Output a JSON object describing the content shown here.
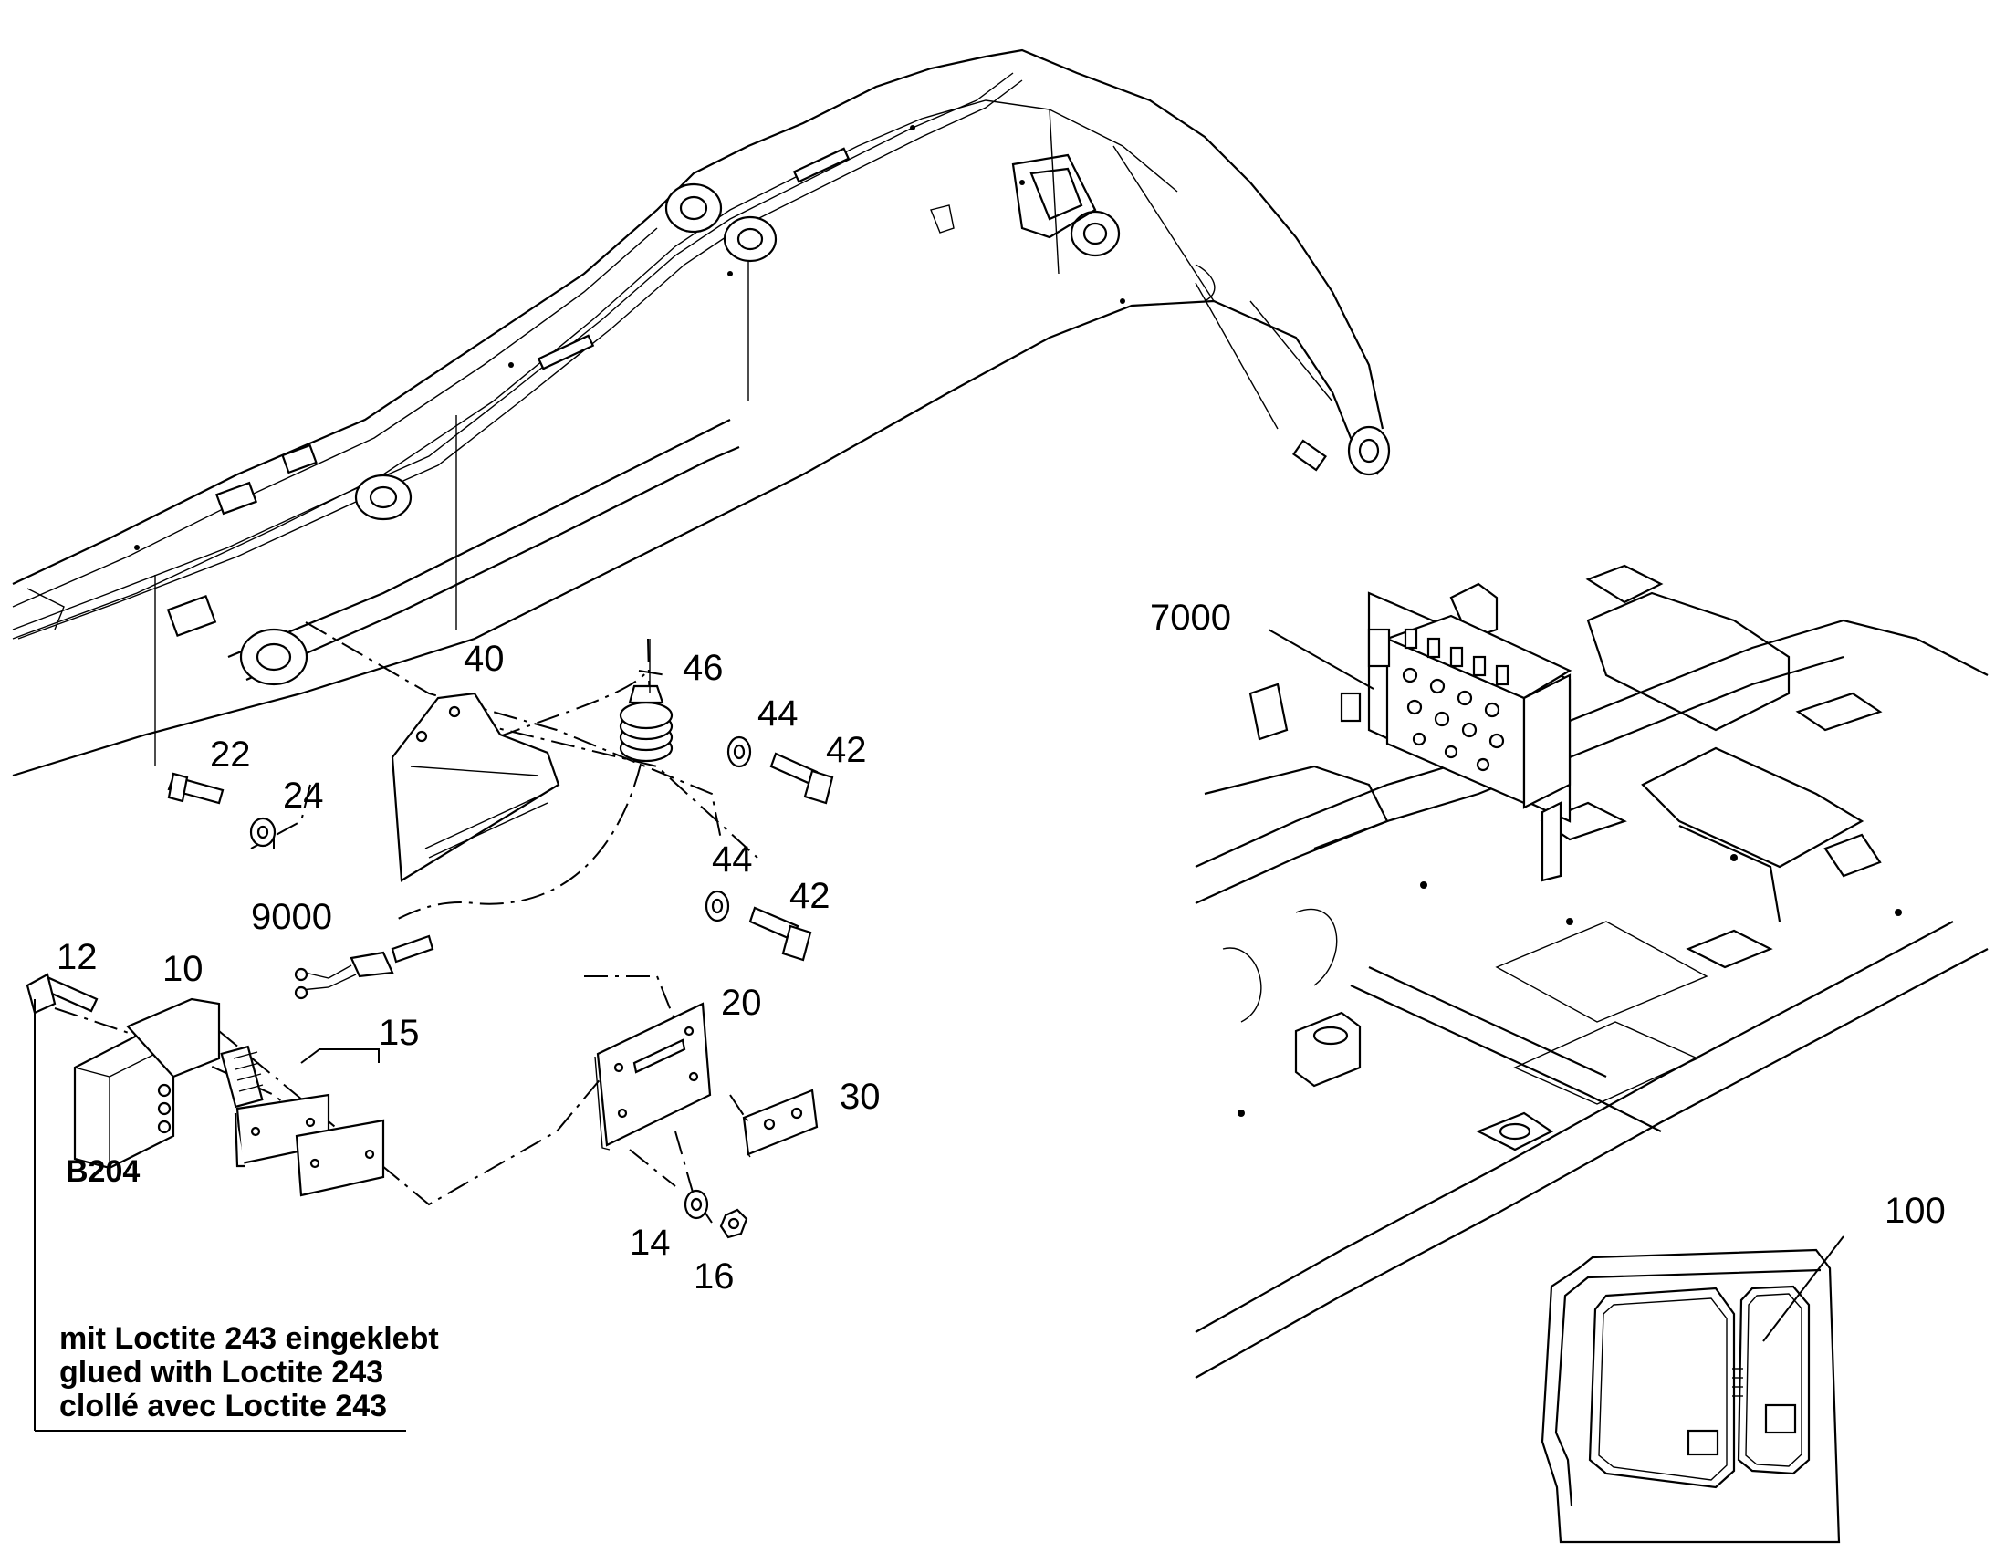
{
  "callouts": {
    "c7000": "7000",
    "c40": "40",
    "c46": "46",
    "c44a": "44",
    "c42a": "42",
    "c22": "22",
    "c24": "24",
    "c44b": "44",
    "c42b": "42",
    "c9000": "9000",
    "c12": "12",
    "c10": "10",
    "c15": "15",
    "c20": "20",
    "c30": "30",
    "c14": "14",
    "c16": "16",
    "c100": "100"
  },
  "component_label": "B204",
  "note": {
    "line1": "mit Loctite 243 eingeklebt",
    "line2": "glued with Loctite 243",
    "line3": "clollé avec Loctite 243"
  }
}
